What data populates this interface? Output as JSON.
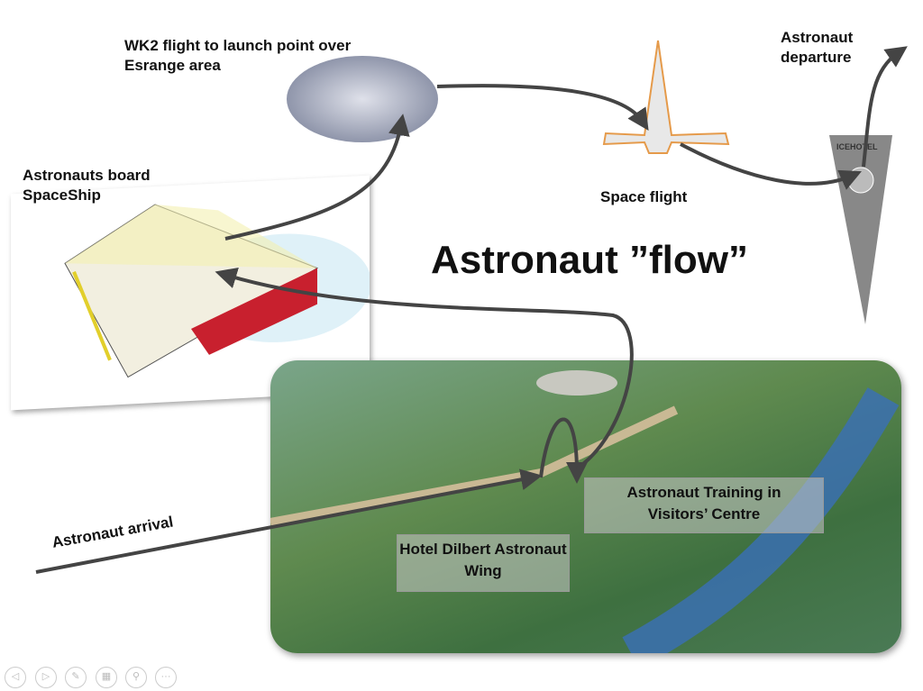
{
  "slide": {
    "title": "Astronaut ”flow”",
    "labels": {
      "wk2": "WK2 flight to launch point over Esrange area",
      "board": "Astronauts board SpaceShip",
      "space_flight": "Space flight",
      "departure": "Astronaut departure",
      "arrival": "Astronaut arrival",
      "hotel": "Hotel Dilbert Astronaut Wing",
      "training": "Astronaut Training in Visitors’ Centre"
    },
    "icehotel_logo": "ICEHOTEL"
  },
  "controls": [
    "previous-icon",
    "next-icon",
    "pen-icon",
    "slides-icon",
    "zoom-icon",
    "more-icon"
  ]
}
